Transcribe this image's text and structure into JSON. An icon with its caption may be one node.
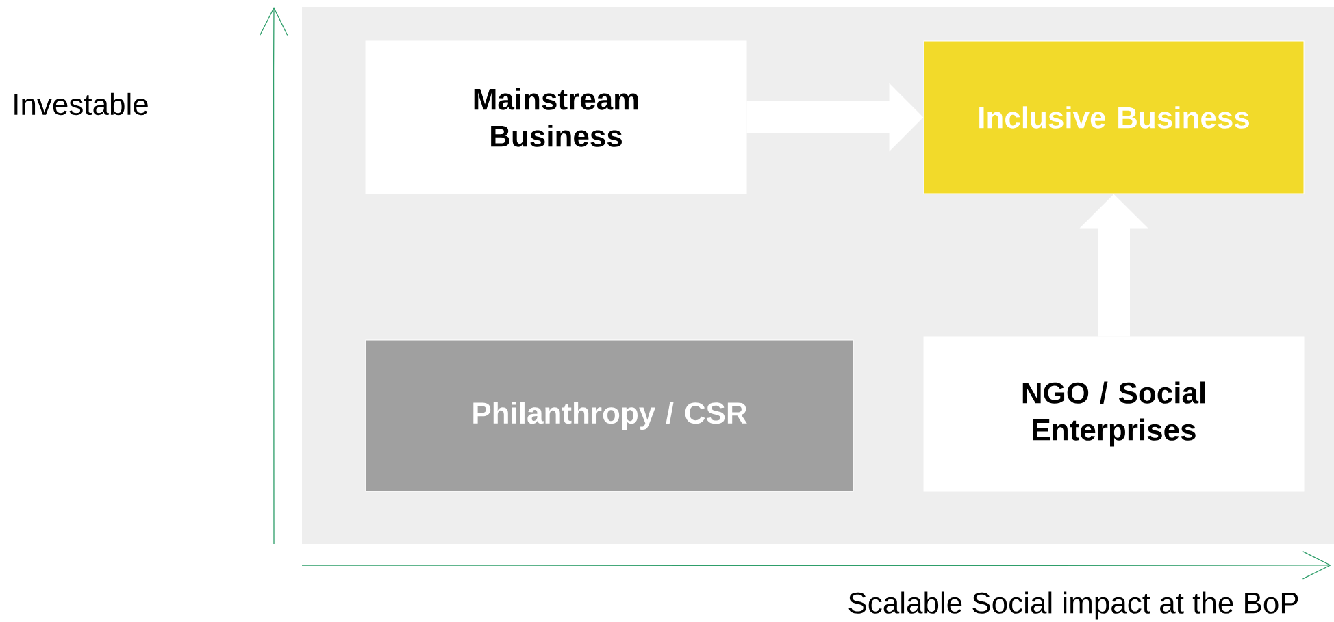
{
  "diagram": {
    "nodes": [
      {
        "text": [
          "Mainstream Business"
        ]
      },
      {
        "text": [
          "Inclusive Business"
        ]
      },
      {
        "text": [
          "Philanthropy / CSR"
        ]
      },
      {
        "text": [
          "NGO / Social Enterprises"
        ]
      }
    ],
    "edges": [
      {
        "from": 0,
        "to": 1,
        "arrow": "to"
      },
      {
        "from": 3,
        "to": 1,
        "arrow": "to"
      }
    ],
    "labels": [
      "Investable",
      "Scalable Social impact at the BoP"
    ]
  }
}
